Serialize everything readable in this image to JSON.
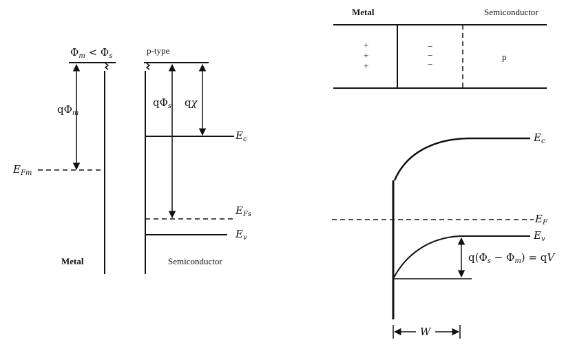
{
  "left_panel": {
    "condition": "Φm < Φs",
    "semiconductor_type": "p-type",
    "q_phi_m": "qΦm",
    "q_phi_s": "qΦs",
    "q_chi": "qχ",
    "Ec": "Ec",
    "EFm": "EFm",
    "EFs": "EFs",
    "Ev": "Ev",
    "metal_label": "Metal",
    "semiconductor_label": "Semiconductor"
  },
  "right_panel": {
    "metal_label": "Metal",
    "semiconductor_label": "Semiconductor",
    "plus_signs": [
      "+",
      "+",
      "+"
    ],
    "minus_signs": [
      "−",
      "−",
      "−"
    ],
    "region_label": "p",
    "Ec": "Ec",
    "EF": "EF",
    "Ev": "Ev",
    "barrier_label": "q(Φs − Φm) = qV",
    "width_label": "W"
  }
}
